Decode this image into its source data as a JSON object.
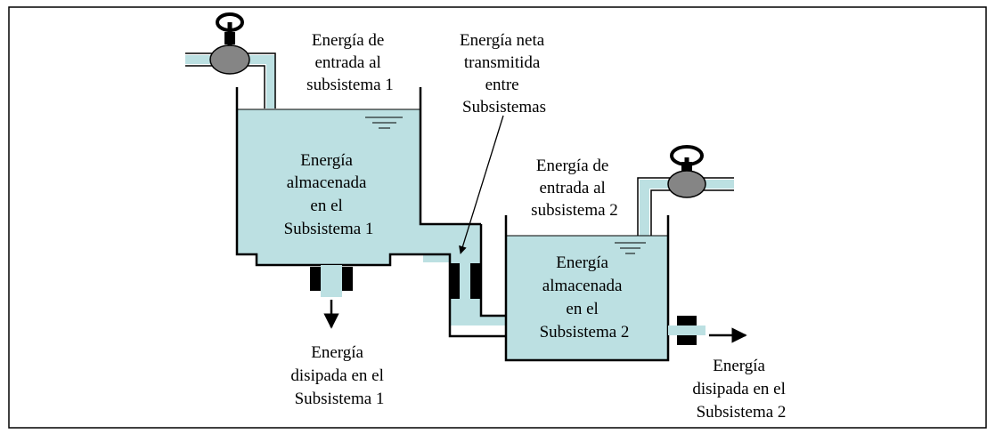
{
  "colors": {
    "water": "#bce0e2",
    "valve": "#858585",
    "seal": "#000000",
    "outline": "#000000",
    "background": "#ffffff"
  },
  "icons": {
    "valve": "valve-handwheel-icon",
    "arrow": "arrow-icon",
    "level": "water-level-icon"
  },
  "labels": {
    "input1": [
      "Energía de",
      "entrada al",
      "subsistema 1"
    ],
    "net": [
      "Energía neta",
      "transmitida",
      "entre",
      "Subsistemas"
    ],
    "input2": [
      "Energía de",
      "entrada al",
      "subsistema 2"
    ],
    "stored1": [
      "Energía",
      "almacenada",
      "en el",
      "Subsistema 1"
    ],
    "stored2": [
      "Energía",
      "almacenada",
      "en el",
      "Subsistema 2"
    ],
    "dissipated1": [
      "Energía",
      "disipada en el",
      "Subsistema 1"
    ],
    "dissipated2": [
      "Energía",
      "disipada en el",
      "Subsistema 2"
    ]
  }
}
